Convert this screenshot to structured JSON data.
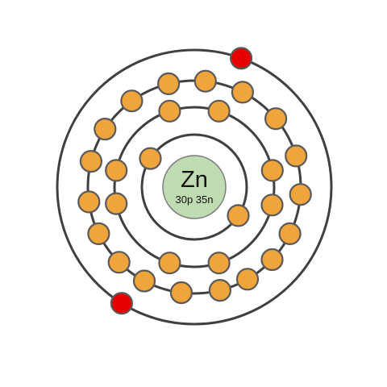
{
  "element": {
    "symbol": "Zn",
    "nucleus_label": "30p 35n"
  },
  "colors": {
    "electron": "#f0a43c",
    "valence_electron": "#e60000",
    "nucleus": "#bedbb1",
    "orbit": "#404040"
  },
  "shells": [
    {
      "electrons": 2,
      "valence": false
    },
    {
      "electrons": 8,
      "valence": false
    },
    {
      "electrons": 18,
      "valence": false
    },
    {
      "electrons": 2,
      "valence": true
    }
  ]
}
